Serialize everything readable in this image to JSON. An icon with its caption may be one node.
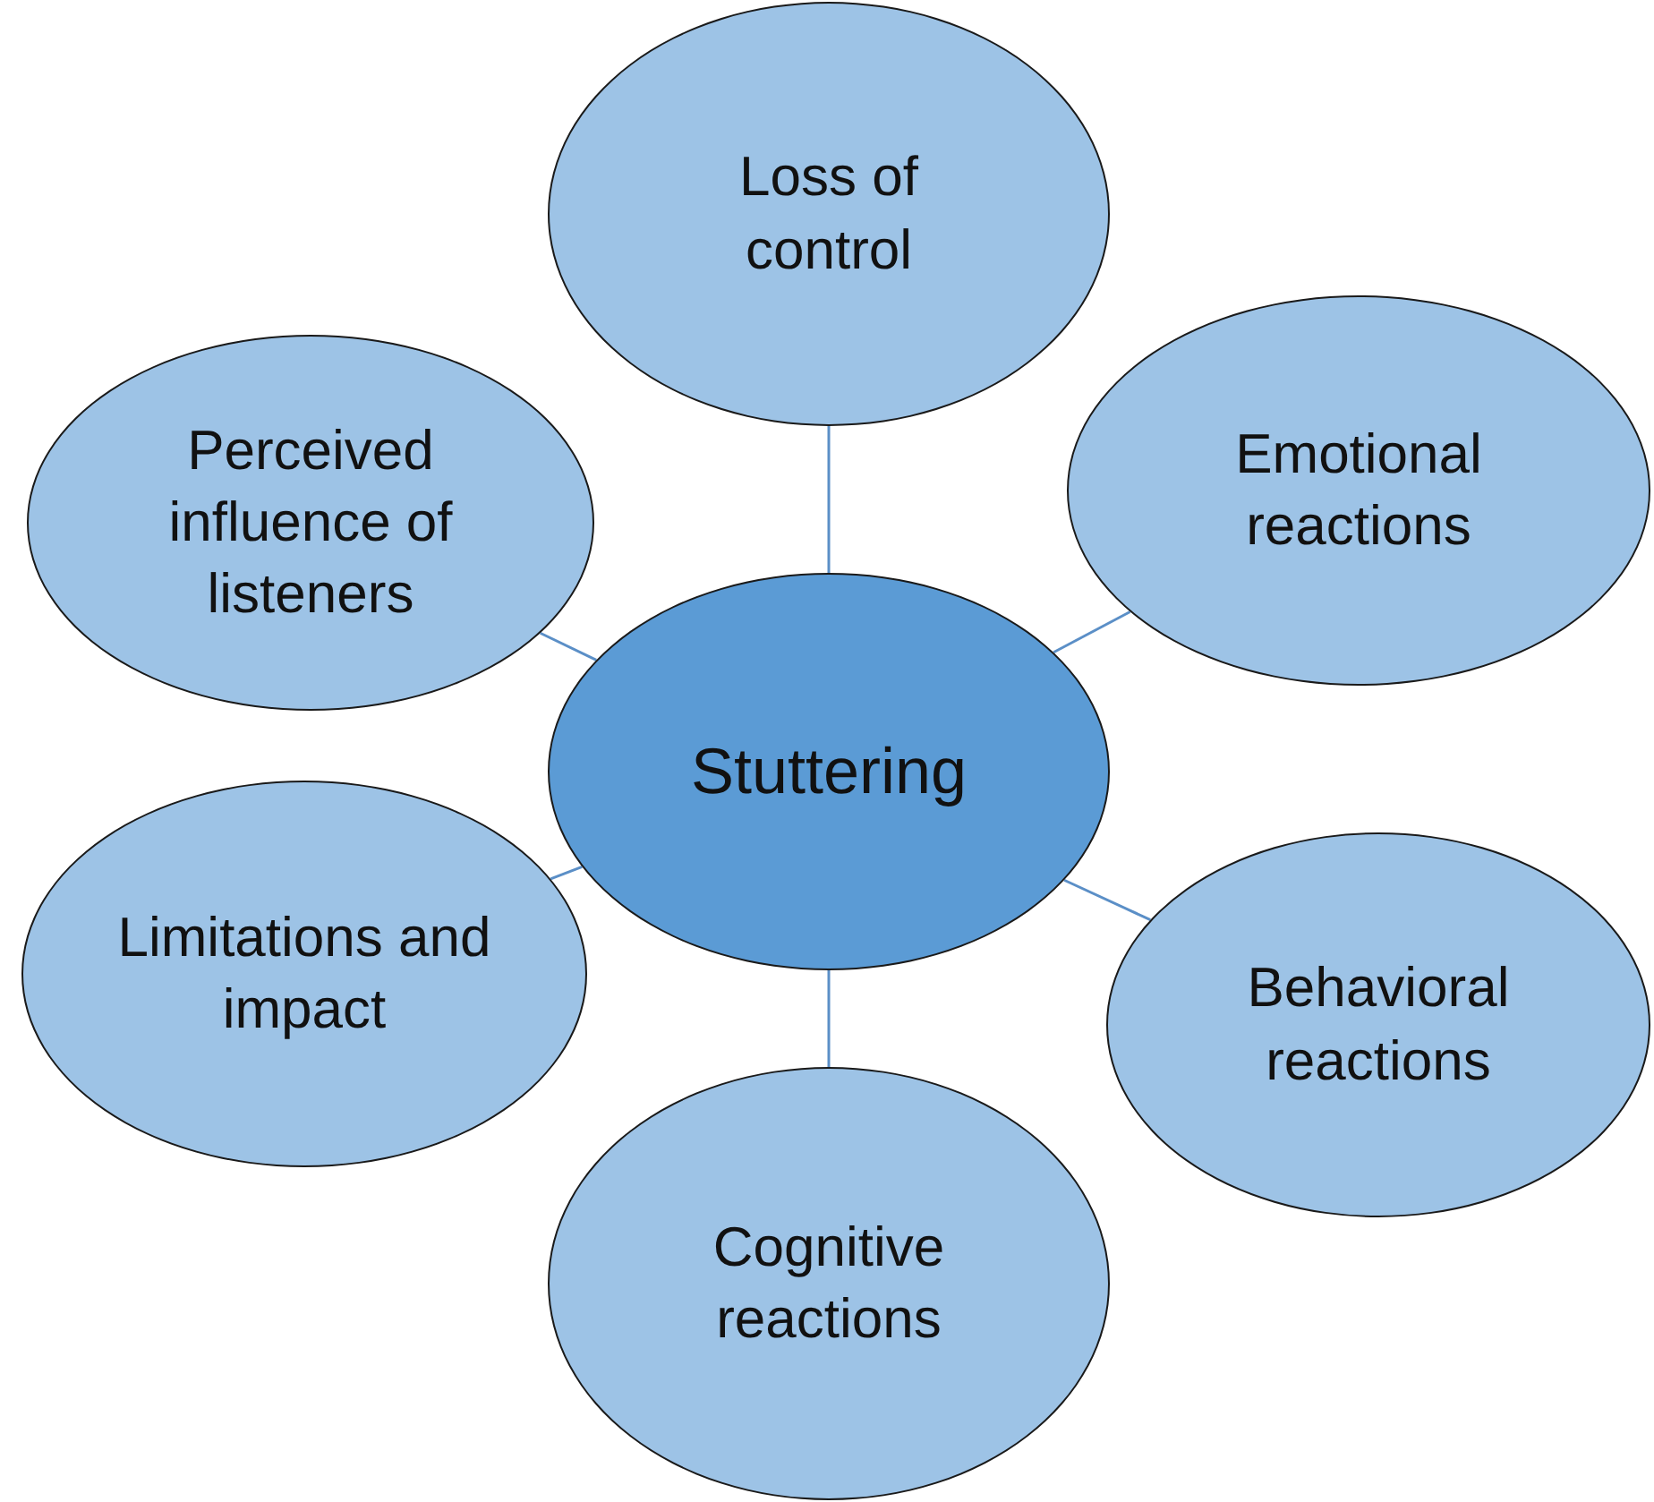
{
  "diagram": {
    "nodes": [
      {
        "text": [
          "Loss of control"
        ]
      },
      {
        "text": [
          "Perceived influence of listeners"
        ]
      },
      {
        "text": [
          "Emotional reactions"
        ]
      },
      {
        "text": [
          "Stuttering"
        ]
      },
      {
        "text": [
          "Limitations and impact"
        ]
      },
      {
        "text": [
          "Behavioral reactions"
        ]
      },
      {
        "text": [
          "Cognitive reactions"
        ]
      }
    ],
    "edges": [
      {
        "from": 3,
        "to": 0,
        "arrow": "none"
      },
      {
        "from": 3,
        "to": 1,
        "arrow": "none"
      },
      {
        "from": 3,
        "to": 2,
        "arrow": "none"
      },
      {
        "from": 3,
        "to": 4,
        "arrow": "none"
      },
      {
        "from": 3,
        "to": 5,
        "arrow": "none"
      },
      {
        "from": 3,
        "to": 6,
        "arrow": "none"
      }
    ]
  }
}
